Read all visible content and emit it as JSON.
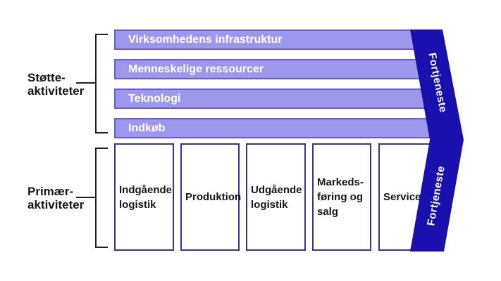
{
  "support": {
    "group_label_lines": [
      "Støtte-",
      "aktiviteter"
    ],
    "bars": [
      "Virksomhedens infrastruktur",
      "Menneskelige ressourcer",
      "Teknologi",
      "Indkøb"
    ]
  },
  "primary": {
    "group_label_lines": [
      "Primær-",
      "aktiviteter"
    ],
    "boxes": [
      {
        "lines": [
          "Indgående",
          "logistik"
        ]
      },
      {
        "lines": [
          "Produktion"
        ]
      },
      {
        "lines": [
          "Udgående",
          "logistik"
        ]
      },
      {
        "lines": [
          "Markeds-",
          "føring og",
          "salg"
        ]
      },
      {
        "lines": [
          "Service"
        ]
      }
    ]
  },
  "profit": {
    "top_label": "Fortjeneste",
    "bottom_label": "Fortjeneste"
  },
  "colors": {
    "bar_fill": "#9d98ec",
    "bar_border": "#665ed8",
    "box_border": "#3a3199",
    "arrow_fill": "#1a10ae",
    "bracket_line": "#1f1f1f",
    "label_text": "#161616",
    "bar_text": "#ffffff",
    "profit_text": "#ffffff",
    "background": "#ffffff"
  }
}
